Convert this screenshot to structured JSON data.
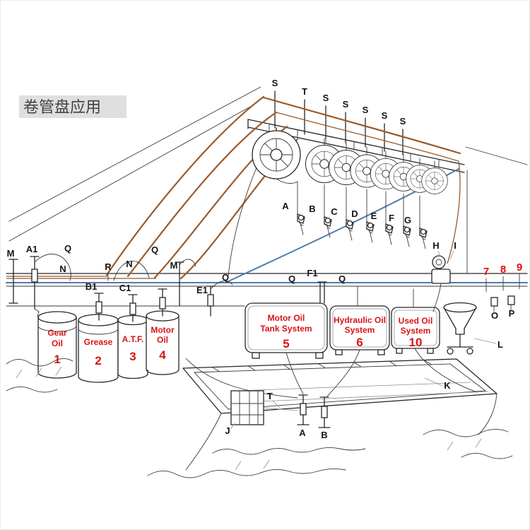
{
  "title": "卷管盘应用",
  "colors": {
    "label_red": "#d81414",
    "pipe_brown": "#9a5a2b",
    "pipe_blue": "#4d7dad",
    "line": "#262626"
  },
  "ceiling_labels": [
    "S",
    "T",
    "S",
    "S",
    "S",
    "S",
    "S"
  ],
  "hoses": [
    "A",
    "B",
    "C",
    "D",
    "E",
    "F",
    "G"
  ],
  "wall": {
    "m1": "M",
    "a1": "A1",
    "q1": "Q",
    "n1": "N",
    "r1": "R",
    "n2": "N",
    "q2": "Q",
    "b1": "B1",
    "c1": "C1",
    "m2": "M",
    "q3": "Q",
    "e1": "E1",
    "q4": "Q",
    "f1": "F1",
    "q5": "Q",
    "h1": "H",
    "i1": "I"
  },
  "right": {
    "n7": "7",
    "n8": "8",
    "n9": "9",
    "o": "O",
    "p": "P",
    "l": "L"
  },
  "drums": [
    {
      "line1": "Gear",
      "line2": "Oil",
      "number": "1"
    },
    {
      "line1": "Grease",
      "line2": "",
      "number": "2"
    },
    {
      "line1": "A.T.F.",
      "line2": "",
      "number": "3"
    },
    {
      "line1": "Motor",
      "line2": "Oil",
      "number": "4"
    }
  ],
  "tanks": [
    {
      "line1": "Motor Oil",
      "line2": "Tank System",
      "number": "5"
    },
    {
      "line1": "Hydraulic Oil",
      "line2": "System",
      "number": "6"
    },
    {
      "line1": "Used Oil",
      "line2": "System",
      "number": "10"
    }
  ],
  "pit": {
    "j": "J",
    "t": "T",
    "a": "A",
    "b": "B",
    "k": "K"
  }
}
